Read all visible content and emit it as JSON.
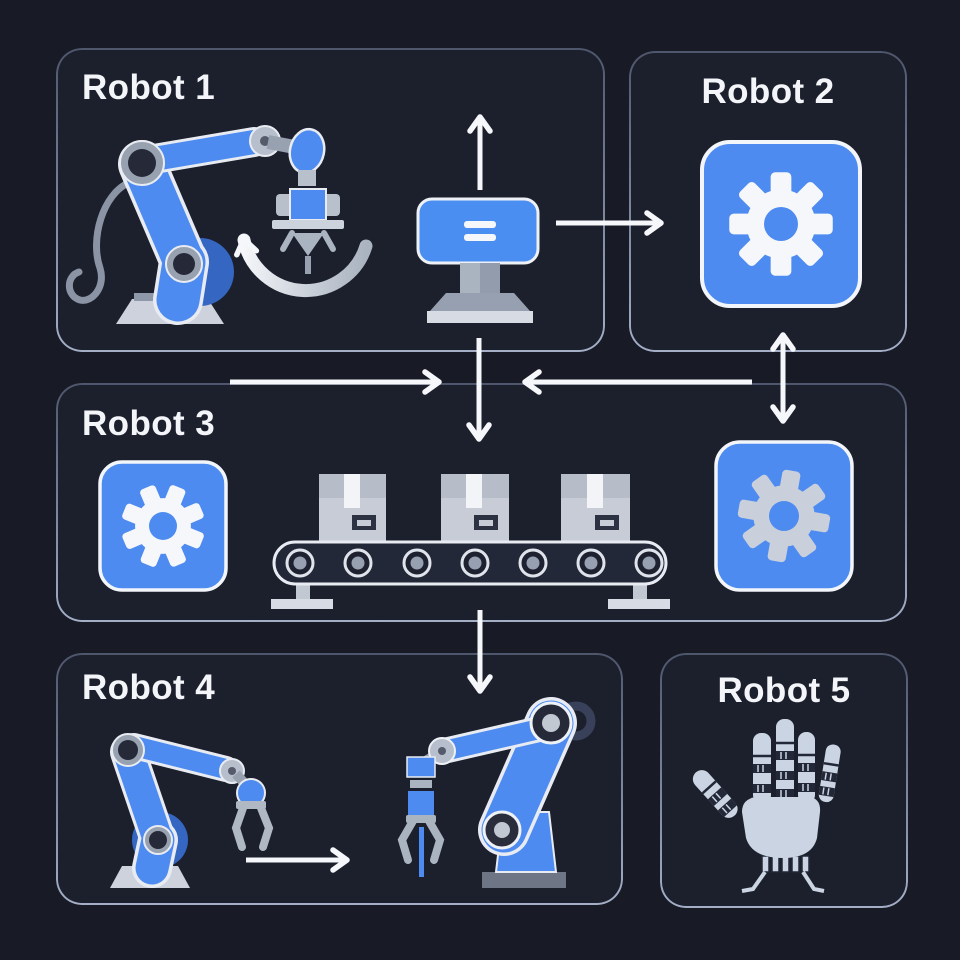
{
  "diagram": {
    "panels": [
      {
        "title": "Robot 1"
      },
      {
        "title": "Robot 2"
      },
      {
        "title": "Robot 3"
      },
      {
        "title": "Robot 4"
      },
      {
        "title": "Robot 5"
      }
    ],
    "icons": {
      "robot1": [
        "robot-arm-icon",
        "rotation-arrow-icon",
        "control-terminal-icon",
        "equals-display-icon"
      ],
      "robot2": [
        "gear-icon"
      ],
      "robot3": [
        "gear-icon",
        "conveyor-belt-icon",
        "package-box-icon",
        "gear-icon-silver"
      ],
      "robot4": [
        "robot-arm-icon",
        "right-arrow-icon",
        "robot-arm-gripper-icon"
      ],
      "robot5": [
        "robotic-hand-icon"
      ],
      "connectors": [
        "up-arrow-icon",
        "right-arrow-icon",
        "down-arrow-icon",
        "left-arrow-icon",
        "double-vertical-arrow-icon"
      ]
    },
    "colors": {
      "background": "#181b26",
      "panel_border_top": "#78849f",
      "panel_border_bottom": "#bcc9e2",
      "accent_blue": "#4e8bf0",
      "accent_blue_dark": "#3566c2",
      "arrow_white": "#f5f7fa",
      "silver_light": "#c9d0db",
      "silver_mid": "#98a1b0",
      "joint_dark": "#262a38",
      "title_text": "#f3f5f9"
    }
  }
}
